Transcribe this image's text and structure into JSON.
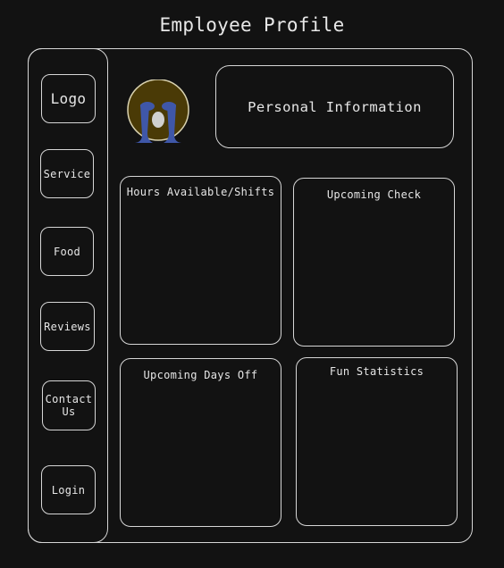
{
  "page": {
    "title": "Employee Profile"
  },
  "sidebar": {
    "items": [
      {
        "label": "Logo"
      },
      {
        "label": "Service"
      },
      {
        "label": "Food"
      },
      {
        "label": "Reviews"
      },
      {
        "label": "Contact Us"
      },
      {
        "label": "Login"
      }
    ]
  },
  "profile": {
    "avatar_icon": "crying-face-icon",
    "personal_info_label": "Personal Information"
  },
  "panels": {
    "hours": {
      "label": "Hours Available/Shifts"
    },
    "check": {
      "label": "Upcoming Check"
    },
    "days_off": {
      "label": "Upcoming Days Off"
    },
    "fun_stats": {
      "label": "Fun Statistics"
    }
  },
  "colors": {
    "background": "#121212",
    "stroke": "#d6d6d6",
    "avatar_face": "#4a3a06",
    "avatar_tears": "#3f57a8"
  }
}
